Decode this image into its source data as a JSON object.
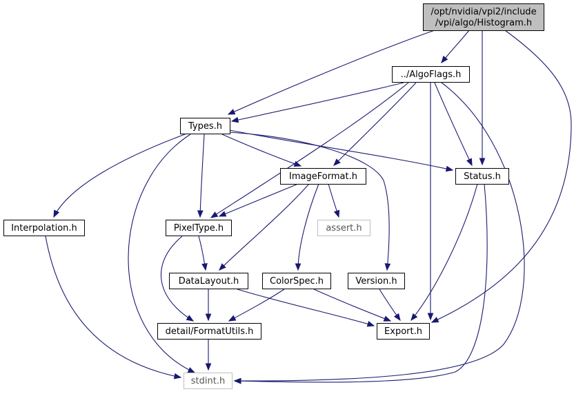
{
  "graph": {
    "nodes": [
      {
        "id": "root",
        "lines": [
          "/opt/nvidia/vpi2/include",
          "/vpi/algo/Histogram.h"
        ],
        "style": "root"
      },
      {
        "id": "algoflags",
        "lines": [
          "../AlgoFlags.h"
        ],
        "style": "normal"
      },
      {
        "id": "types",
        "lines": [
          "Types.h"
        ],
        "style": "normal"
      },
      {
        "id": "imageformat",
        "lines": [
          "ImageFormat.h"
        ],
        "style": "normal"
      },
      {
        "id": "status",
        "lines": [
          "Status.h"
        ],
        "style": "normal"
      },
      {
        "id": "interpolation",
        "lines": [
          "Interpolation.h"
        ],
        "style": "normal"
      },
      {
        "id": "pixeltype",
        "lines": [
          "PixelType.h"
        ],
        "style": "normal"
      },
      {
        "id": "assert",
        "lines": [
          "assert.h"
        ],
        "style": "external"
      },
      {
        "id": "datalayout",
        "lines": [
          "DataLayout.h"
        ],
        "style": "normal"
      },
      {
        "id": "colorspec",
        "lines": [
          "ColorSpec.h"
        ],
        "style": "normal"
      },
      {
        "id": "version",
        "lines": [
          "Version.h"
        ],
        "style": "normal"
      },
      {
        "id": "formatutils",
        "lines": [
          "detail/FormatUtils.h"
        ],
        "style": "normal"
      },
      {
        "id": "export",
        "lines": [
          "Export.h"
        ],
        "style": "normal"
      },
      {
        "id": "stdint",
        "lines": [
          "stdint.h"
        ],
        "style": "external"
      }
    ],
    "edges": [
      {
        "from": "root",
        "to": "algoflags"
      },
      {
        "from": "root",
        "to": "types"
      },
      {
        "from": "root",
        "to": "status"
      },
      {
        "from": "root",
        "to": "export"
      },
      {
        "from": "algoflags",
        "to": "types"
      },
      {
        "from": "algoflags",
        "to": "imageformat"
      },
      {
        "from": "algoflags",
        "to": "pixeltype"
      },
      {
        "from": "algoflags",
        "to": "status"
      },
      {
        "from": "algoflags",
        "to": "export"
      },
      {
        "from": "algoflags",
        "to": "stdint"
      },
      {
        "from": "types",
        "to": "imageformat"
      },
      {
        "from": "types",
        "to": "status"
      },
      {
        "from": "types",
        "to": "interpolation"
      },
      {
        "from": "types",
        "to": "pixeltype"
      },
      {
        "from": "types",
        "to": "version"
      },
      {
        "from": "types",
        "to": "stdint"
      },
      {
        "from": "imageformat",
        "to": "pixeltype"
      },
      {
        "from": "imageformat",
        "to": "assert"
      },
      {
        "from": "imageformat",
        "to": "datalayout"
      },
      {
        "from": "imageformat",
        "to": "colorspec"
      },
      {
        "from": "status",
        "to": "export"
      },
      {
        "from": "status",
        "to": "stdint"
      },
      {
        "from": "interpolation",
        "to": "stdint"
      },
      {
        "from": "pixeltype",
        "to": "datalayout"
      },
      {
        "from": "pixeltype",
        "to": "formatutils"
      },
      {
        "from": "datalayout",
        "to": "formatutils"
      },
      {
        "from": "datalayout",
        "to": "export"
      },
      {
        "from": "colorspec",
        "to": "formatutils"
      },
      {
        "from": "colorspec",
        "to": "export"
      },
      {
        "from": "version",
        "to": "export"
      },
      {
        "from": "formatutils",
        "to": "stdint"
      }
    ]
  }
}
